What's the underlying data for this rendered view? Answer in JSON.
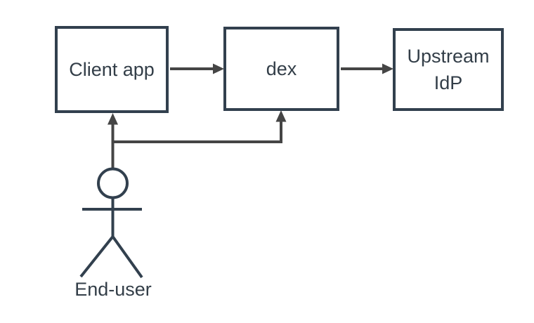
{
  "diagram": {
    "type": "flow-diagram",
    "nodes": [
      {
        "id": "client-app",
        "label": "Client app"
      },
      {
        "id": "dex",
        "label": "dex"
      },
      {
        "id": "upstream-idp",
        "label": "Upstream\nIdP"
      }
    ],
    "actor": {
      "id": "end-user",
      "label": "End-user",
      "figure": "stick-figure-icon"
    },
    "edges": [
      {
        "from": "client-app",
        "to": "dex",
        "style": "arrow"
      },
      {
        "from": "dex",
        "to": "upstream-idp",
        "style": "arrow"
      },
      {
        "from": "end-user",
        "to": "client-app",
        "style": "arrow"
      },
      {
        "from": "end-user",
        "to": "dex",
        "style": "arrow"
      }
    ],
    "colors": {
      "shape_stroke": "#32404e",
      "connector_stroke": "#454545",
      "node_fill": "#ffffff",
      "text": "#333e48",
      "background": "#ffffff"
    }
  }
}
